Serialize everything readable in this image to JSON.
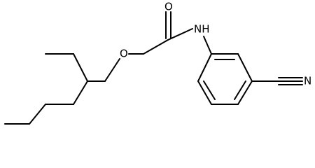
{
  "atoms": {
    "oxygen_carbonyl": "O",
    "nitrogen_amide": "NH",
    "oxygen_ether": "O",
    "nitrogen_nitrile": "N"
  }
}
